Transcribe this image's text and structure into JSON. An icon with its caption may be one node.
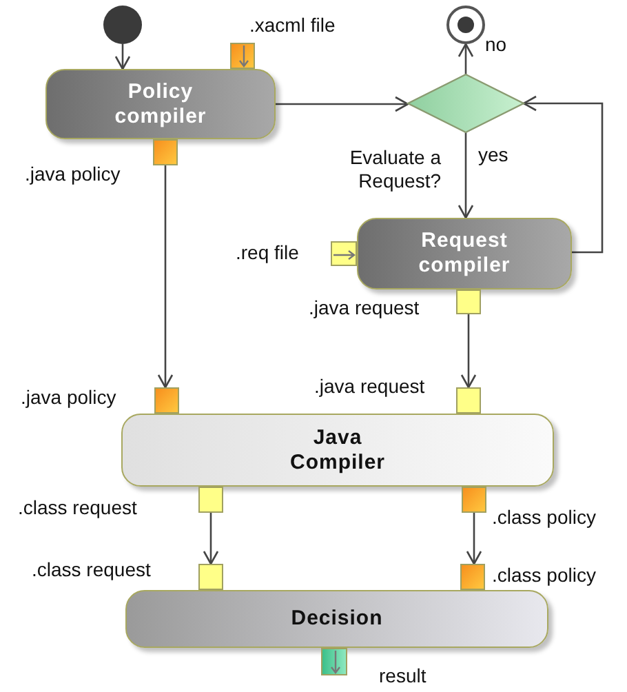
{
  "diagram": {
    "nodes": [
      {
        "text": [],
        "shape": "circle"
      },
      {
        "text": [
          "Policy compiler"
        ]
      },
      {
        "text": [],
        "shape": "box"
      },
      {
        "text": [],
        "shape": "box"
      },
      {
        "text": [],
        "shape": "diamond",
        "beside": [
          "Evaluate a Request?"
        ]
      },
      {
        "text": [],
        "shape": "circle"
      },
      {
        "text": [
          "Request compiler"
        ]
      },
      {
        "text": [],
        "shape": "box"
      },
      {
        "text": [],
        "shape": "box"
      },
      {
        "text": [
          "Java Compiler"
        ]
      },
      {
        "text": [],
        "shape": "box"
      },
      {
        "text": [],
        "shape": "box"
      },
      {
        "text": [],
        "shape": "box"
      },
      {
        "text": [],
        "shape": "box"
      },
      {
        "text": [
          "Decision"
        ]
      },
      {
        "text": [],
        "shape": "box"
      },
      {
        "text": [],
        "shape": "box"
      },
      {
        "text": [],
        "shape": "box"
      }
    ],
    "edges": [
      {
        "from": 0,
        "to": 1,
        "arrow": "to"
      },
      {
        "from": 1,
        "to": 4,
        "arrow": "to"
      },
      {
        "from": 4,
        "to": 5,
        "arrow": "to",
        "label": "no"
      },
      {
        "from": 4,
        "to": 6,
        "arrow": "to",
        "label": "yes"
      },
      {
        "from": 6,
        "to": 4,
        "arrow": "to"
      },
      {
        "from": 3,
        "to": 10,
        "arrow": "to"
      },
      {
        "from": 8,
        "to": 11,
        "arrow": "to"
      },
      {
        "from": 12,
        "to": 15,
        "arrow": "to"
      },
      {
        "from": 13,
        "to": 16,
        "arrow": "to"
      }
    ],
    "labels": [
      ".xacml file",
      ".java policy",
      ".req file",
      ".java request",
      ".java policy",
      ".java request",
      ".class request",
      ".class policy",
      ".class request",
      ".class policy",
      "result"
    ]
  }
}
